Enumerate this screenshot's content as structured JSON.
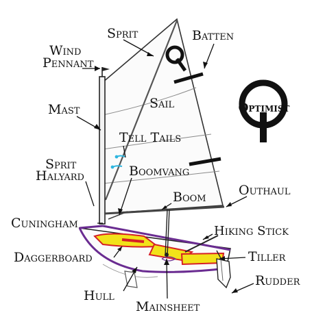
{
  "brand": {
    "name": "Optimist",
    "sail_insignia": "Q",
    "accent_purple": "#6a2c91",
    "hull_yellow": "#f2e21a",
    "hull_red": "#d61f26",
    "tell_tail_blue": "#2fb6e0"
  },
  "labels": {
    "sprit": "Sprit",
    "batten": "Batten",
    "wind_pennant_line1": "Wind",
    "wind_pennant_line2": "Pennant",
    "mast": "Mast",
    "sail": "Sail",
    "tell_tails": "Tell Tails",
    "sprit_halyard_line1": "Sprit",
    "sprit_halyard_line2": "Halyard",
    "boomvang": "Boomvang",
    "boom": "Boom",
    "outhaul": "Outhaul",
    "cuningham": "Cuningham",
    "hiking_stick": "Hiking Stick",
    "daggerboard": "Daggerboard",
    "tiller": "Tiller",
    "rudder": "Rudder",
    "hull": "Hull",
    "mainsheet": "Mainsheet"
  }
}
